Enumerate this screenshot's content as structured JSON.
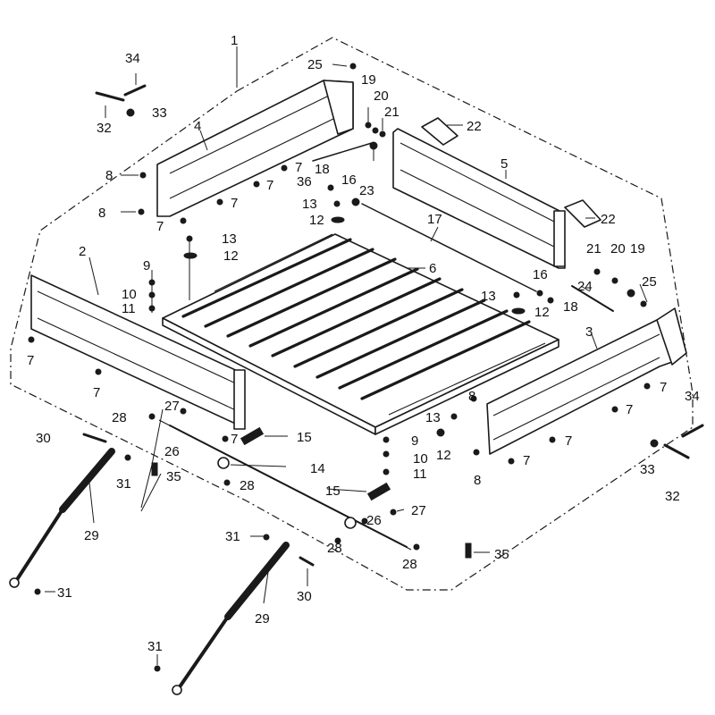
{
  "callouts": {
    "c1": "1",
    "c2": "2",
    "c3": "3",
    "c4": "4",
    "c5": "5",
    "c6": "6",
    "c7": "7",
    "c8": "8",
    "c9": "9",
    "c10": "10",
    "c11": "11",
    "c12": "12",
    "c13": "13",
    "c14": "14",
    "c15": "15",
    "c16": "16",
    "c17": "17",
    "c18": "18",
    "c19": "19",
    "c20": "20",
    "c21": "21",
    "c22": "22",
    "c23": "23",
    "c24": "24",
    "c25": "25",
    "c26": "26",
    "c27": "27",
    "c28": "28",
    "c29": "29",
    "c30": "30",
    "c31": "31",
    "c32": "32",
    "c33": "33",
    "c34": "34",
    "c35": "35",
    "c36": "36"
  },
  "colors": {
    "line": "#1a1a1a",
    "background": "#ffffff"
  }
}
